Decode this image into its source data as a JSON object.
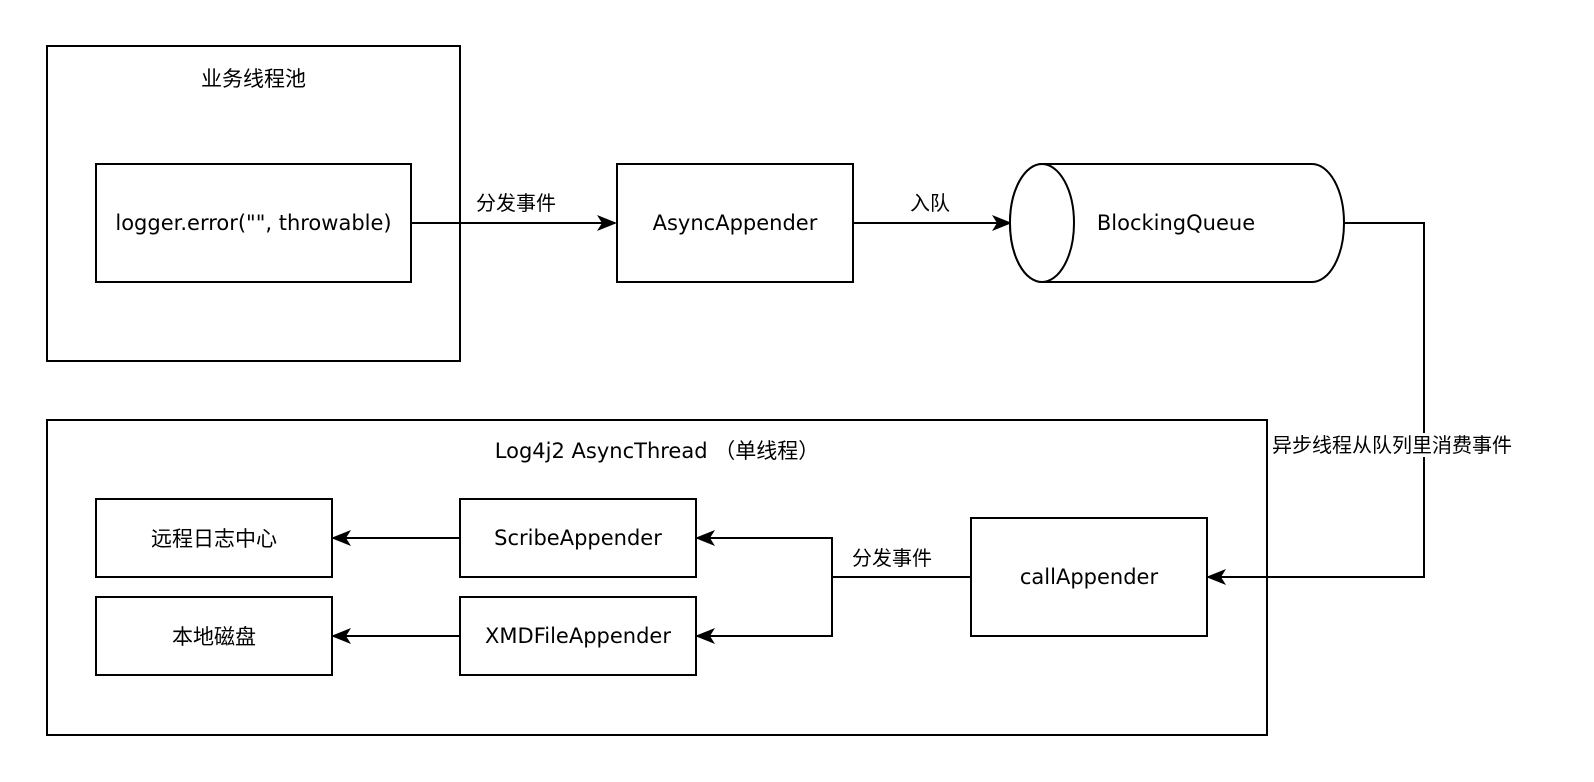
{
  "colors": {
    "stroke": "#000000",
    "fill": "#ffffff",
    "text": "#000000"
  },
  "groups": {
    "business_pool": {
      "title": "业务线程池"
    },
    "async_thread": {
      "title": "Log4j2 AsyncThread （单线程）"
    }
  },
  "nodes": {
    "logger_error": "logger.error(\"\", throwable)",
    "async_appender": "AsyncAppender",
    "blocking_queue": "BlockingQueue",
    "call_appender": "callAppender",
    "scribe_appender": "ScribeAppender",
    "xmd_file_appender": "XMDFileAppender",
    "remote_log_center": "远程日志中心",
    "local_disk": "本地磁盘"
  },
  "edges": {
    "dispatch_event_top": "分发事件",
    "enqueue": "入队",
    "async_consume": "异步线程从队列里消费事件",
    "dispatch_event_bottom": "分发事件"
  }
}
